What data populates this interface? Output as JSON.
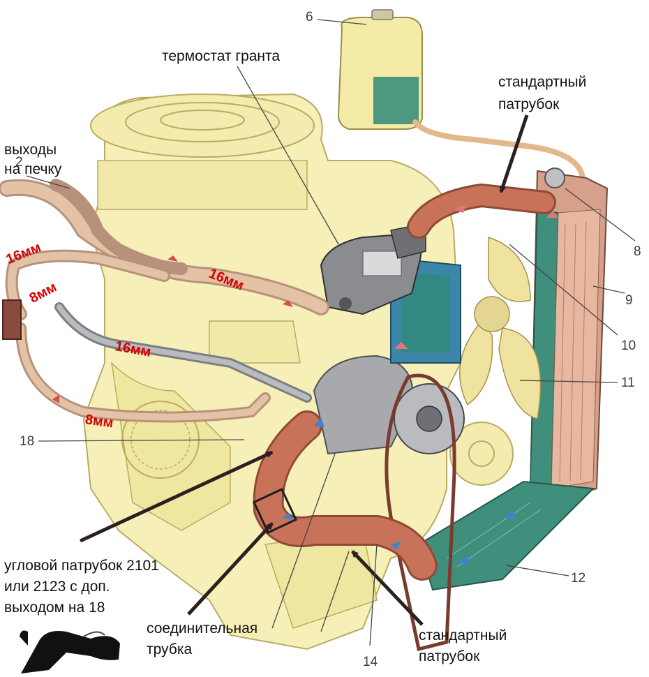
{
  "labels": {
    "thermostat": "термостат гранта",
    "std_pipe_top_1": "стандартный",
    "std_pipe_top_2": "патрубок",
    "heater_outputs_1": "выходы",
    "heater_outputs_2": "на печку",
    "angle_pipe_1": "угловой патрубок 2101",
    "angle_pipe_2": "или 2123 с доп.",
    "angle_pipe_3": "выходом на 18",
    "connecting_tube_1": "соединительная",
    "connecting_tube_2": "трубка",
    "std_pipe_bottom_1": "стандартный",
    "std_pipe_bottom_2": "патрубок"
  },
  "sizes": {
    "upper_left_16": "16мм",
    "upper_left_8": "8мм",
    "hose_16_top": "16мм",
    "hose_16_mid": "16мм",
    "hose_8_bottom": "8мм"
  },
  "callouts": {
    "n2": "2",
    "n6": "6",
    "n8": "8",
    "n9": "9",
    "n10": "10",
    "n11": "11",
    "n12": "12",
    "n14": "14",
    "n18": "18"
  },
  "colors": {
    "engine": "#f6f0b8",
    "engine_line": "#b9ab62",
    "hose": "#c8725a",
    "hose_dark": "#8f4a36",
    "heater_hose": "#e3c2a6",
    "radiator": "#d6a08a",
    "radiator_core": "#3f8f7c",
    "coolant": "#2f8a78",
    "tank": "#f4eca6",
    "pump": "#a7a9ad",
    "annotation_red": "#d40000",
    "arrow_pointer": "#2b2020",
    "flow_arrow": "#e8737c",
    "flow_arrow_blue": "#3f84c8"
  }
}
